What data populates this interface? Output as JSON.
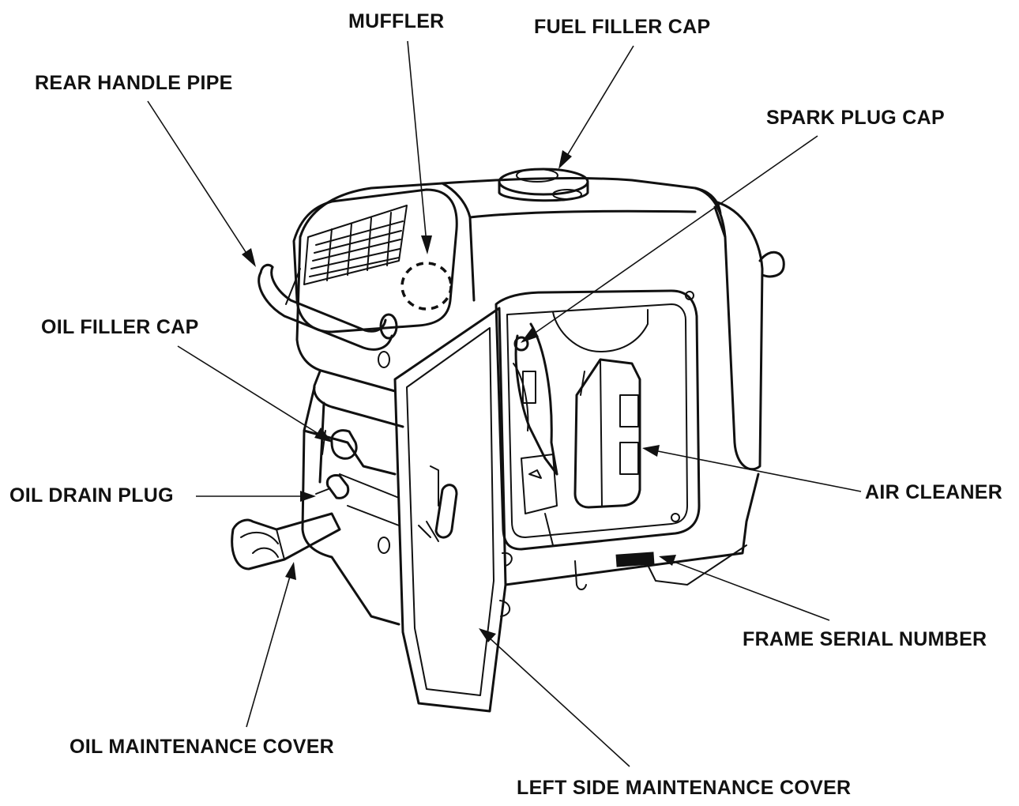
{
  "labels": {
    "muffler": "MUFFLER",
    "fuel_filler_cap": "FUEL FILLER CAP",
    "rear_handle_pipe": "REAR HANDLE PIPE",
    "spark_plug_cap": "SPARK PLUG CAP",
    "oil_filler_cap": "OIL FILLER CAP",
    "oil_drain_plug": "OIL DRAIN PLUG",
    "air_cleaner": "AIR CLEANER",
    "frame_serial_number": "FRAME SERIAL NUMBER",
    "oil_maintenance_cover": "OIL MAINTENANCE COVER",
    "left_side_maintenance_cover": "LEFT SIDE MAINTENANCE COVER"
  },
  "colors": {
    "ink": "#111111",
    "background": "#ffffff"
  }
}
